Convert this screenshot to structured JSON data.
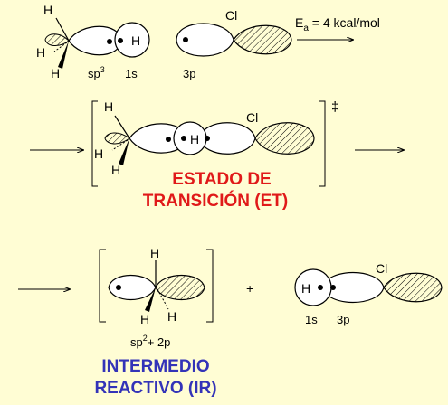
{
  "colors": {
    "background": "#fffdd4",
    "transition_state_label": "#e01919",
    "reactive_intermediate_label": "#3333b8"
  },
  "reactants": {
    "methyl": {
      "h_top": "H",
      "h_back": "H",
      "h_bottom": "H",
      "orbital": "sp",
      "orbital_sup": "3"
    },
    "hydrogen": {
      "atom": "H",
      "orbital": "1s"
    },
    "chlorine": {
      "atom": "Cl",
      "orbital": "3p"
    },
    "activation": {
      "e": "E",
      "sub": "a",
      "rest": " = 4 kcal/mol"
    }
  },
  "transition_state": {
    "h_top": "H",
    "h_back": "H",
    "h_bottom": "H",
    "h_center": "H",
    "cl": "Cl",
    "double_dagger": "‡",
    "label_line1": "ESTADO DE",
    "label_line2": "TRANSICIÓN (ET)"
  },
  "intermediate": {
    "h_top": "H",
    "h_bottom_left": "H",
    "h_bottom_right": "H",
    "orbital_a": "sp",
    "orbital_a_sup": "2",
    "orbital_b": "+ 2p",
    "plus": "+",
    "label_line1": "INTERMEDIO",
    "label_line2": "REACTIVO (IR)"
  },
  "hcl": {
    "h": "H",
    "cl": "Cl",
    "orbital_h": "1s",
    "orbital_cl": "3p"
  }
}
